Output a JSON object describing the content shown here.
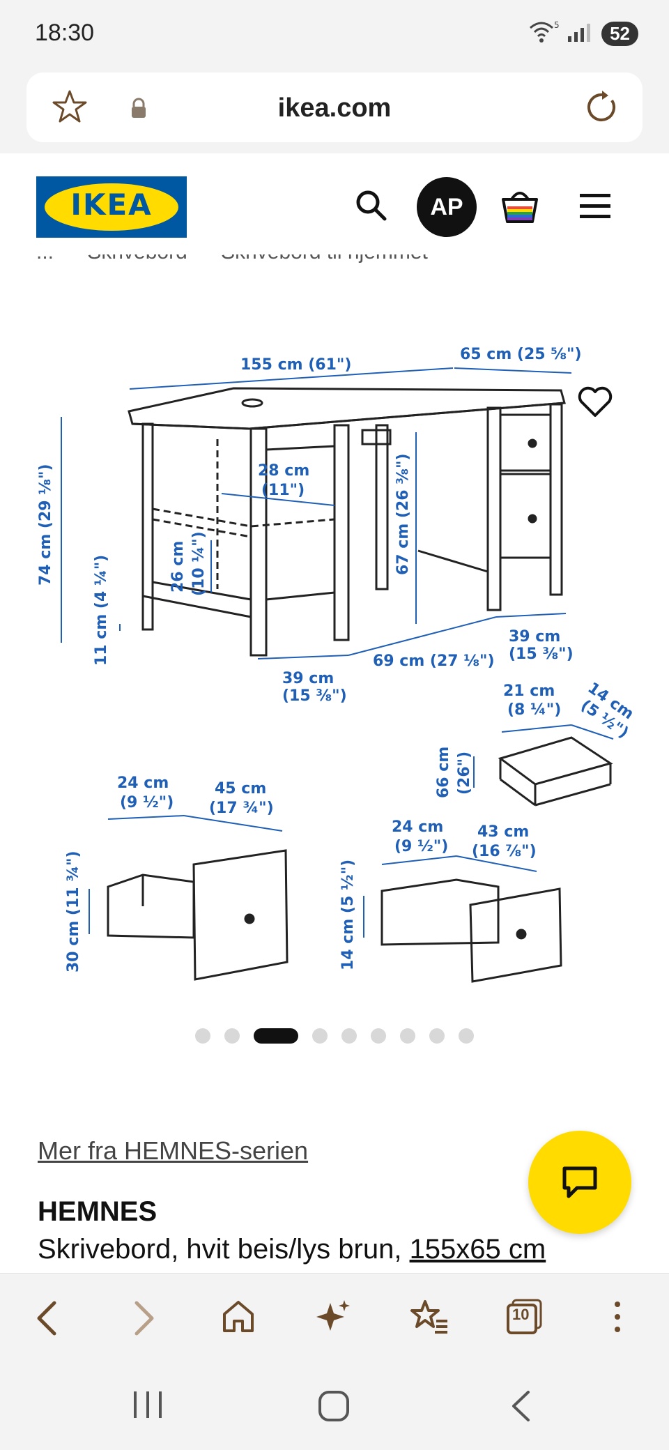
{
  "status": {
    "time": "18:30",
    "battery": "52",
    "wifi_label": "5"
  },
  "browser": {
    "url": "ikea.com",
    "tabs_count": "10"
  },
  "header": {
    "logo_text": "IKEA",
    "avatar_initials": "AP"
  },
  "breadcrumb": [
    "...",
    "Skrivebord",
    "Skrivebord til hjemmet"
  ],
  "gallery": {
    "dims": {
      "width": "155 cm (61\")",
      "depth": "65 cm (25 ⅝\")",
      "height": "74 cm (29 ⅛\")",
      "inner_width": "28 cm",
      "inner_width_in": "(11\")",
      "inner_height": "67 cm (26 ⅜\")",
      "shelf_height": "26 cm",
      "shelf_height_in": "(10 ¼\")",
      "base_height": "11 cm (4 ¼\")",
      "left_width": "39 cm",
      "left_width_in": "(15 ⅜\")",
      "knee_width": "69 cm (27 ⅛\")",
      "right_width": "39 cm",
      "right_width_in": "(15 ⅜\")",
      "small_drawer_w": "21 cm",
      "small_drawer_w_in": "(8 ¼\")",
      "small_drawer_d": "14 cm",
      "small_drawer_d_in": "(5 ½\")",
      "small_drawer_h": "66 cm",
      "small_drawer_h_in": "(26\")",
      "drawer1_w": "24 cm",
      "drawer1_w_in": "(9 ½\")",
      "drawer1_d": "45 cm",
      "drawer1_d_in": "(17 ¾\")",
      "drawer1_h": "30 cm (11 ¾\")",
      "drawer2_w": "24 cm",
      "drawer2_w_in": "(9 ½\")",
      "drawer2_d": "43 cm",
      "drawer2_d_in": "(16 ⅞\")",
      "drawer2_h": "14 cm (5 ½\")"
    },
    "dot_count": 9,
    "active_dot": 2
  },
  "product": {
    "more_link": "Mer fra HEMNES-serien",
    "name": "HEMNES",
    "desc": "Skrivebord, hvit beis/lys brun, ",
    "size": "155x65 cm"
  },
  "colors": {
    "ikea_blue": "#0058a3",
    "ikea_yellow": "#ffdb00",
    "dim_blue": "#1f5fb5",
    "browser_brown": "#6b4a2a"
  }
}
